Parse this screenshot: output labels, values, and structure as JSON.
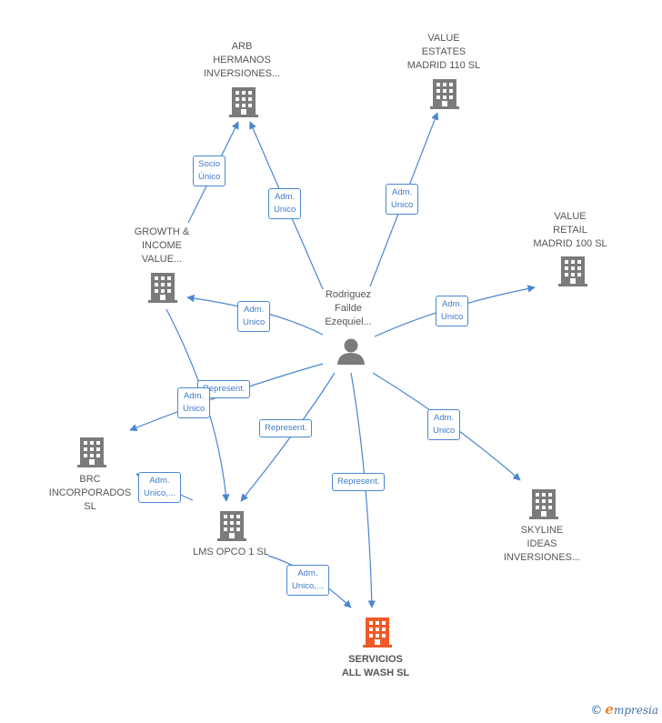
{
  "colors": {
    "edge": "#4a86d1",
    "icon": "#7b7b7b",
    "highlight": "#f05a28"
  },
  "nodes": {
    "person": {
      "label": "Rodriguez\nFailde\nEzequiel...",
      "icon": "person-icon"
    },
    "arb": {
      "label": "ARB\nHERMANOS\nINVERSIONES...",
      "icon": "building-icon"
    },
    "value_estates": {
      "label": "VALUE\nESTATES\nMADRID 110  SL",
      "icon": "building-icon"
    },
    "growth": {
      "label": "GROWTH &\nINCOME\nVALUE...",
      "icon": "building-icon"
    },
    "value_retail": {
      "label": "VALUE\nRETAIL\nMADRID 100  SL",
      "icon": "building-icon"
    },
    "brc": {
      "label": "BRC\nINCORPORADOS\nSL",
      "icon": "building-icon"
    },
    "lms": {
      "label": "LMS OPCO 1  SL",
      "icon": "building-icon"
    },
    "skyline": {
      "label": "SKYLINE\nIDEAS\nINVERSIONES...",
      "icon": "building-icon"
    },
    "servicios": {
      "label": "SERVICIOS\nALL WASH  SL",
      "icon": "building-icon"
    }
  },
  "edges": {
    "growth_arb": "Socio\nÚnico",
    "person_arb": "Adm.\nUnico",
    "person_value_estates": "Adm.\nUnico",
    "person_growth": "Adm.\nUnico",
    "person_value_retail": "Adm.\nUnico",
    "person_brc_represent": "Represent.",
    "growth_brc": "Adm.\nUnico",
    "person_lms": "Represent.",
    "person_skyline": "Adm.\nUnico",
    "person_servicios": "Represent.",
    "lms_brc": "Adm.\nUnico,...",
    "lms_servicios": "Adm.\nUnico,..."
  },
  "brand": {
    "copyright": "©",
    "first_letter": "e",
    "rest": "mpresia"
  }
}
